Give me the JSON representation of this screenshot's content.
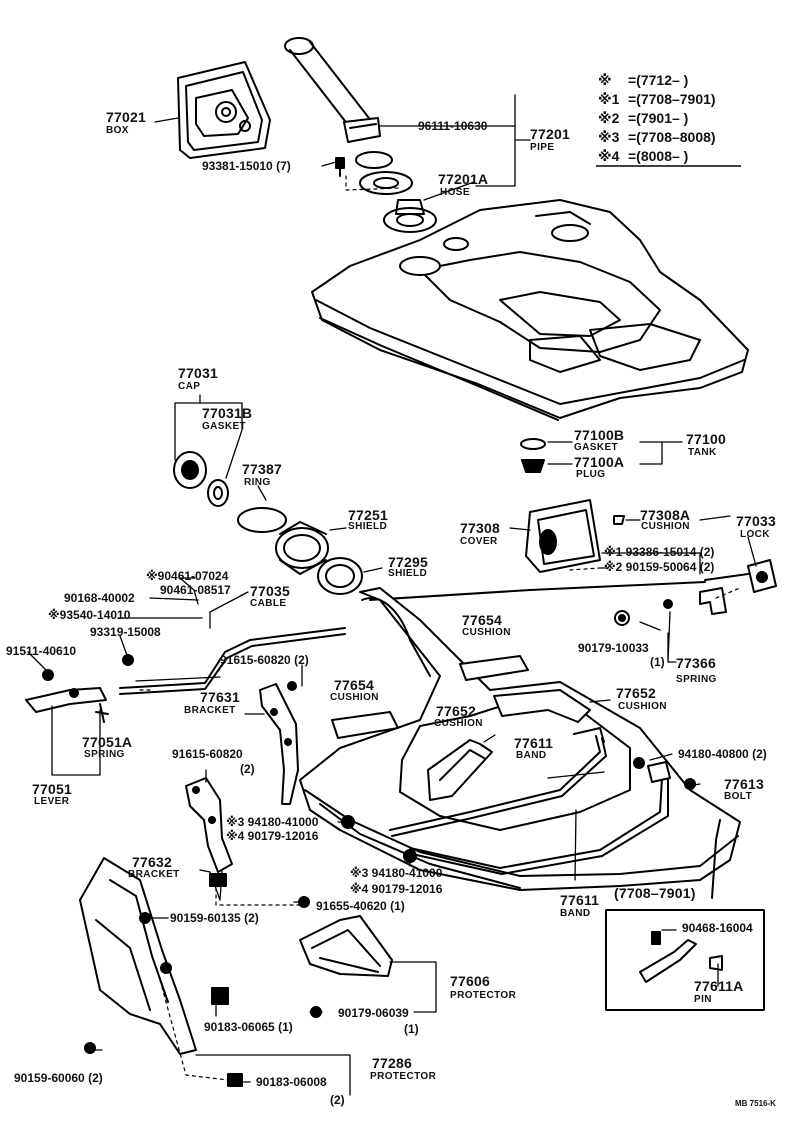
{
  "legend": [
    {
      "mark": "※",
      "range": "=(7712–      )"
    },
    {
      "mark": "※1",
      "range": "=(7708–7901)"
    },
    {
      "mark": "※2",
      "range": "=(7901–      )"
    },
    {
      "mark": "※3",
      "range": "=(7708–8008)"
    },
    {
      "mark": "※4",
      "range": "=(8008–      )"
    }
  ],
  "figure_code": "MB 7516-K",
  "parts": {
    "box": {
      "number": "77021",
      "name": "BOX"
    },
    "screw_box": {
      "number": "93381-15010 (7)"
    },
    "pipe_clamp": {
      "number": "96111-10630"
    },
    "pipe": {
      "number": "77201",
      "name": "PIPE"
    },
    "hose": {
      "number": "77201A",
      "name": "HOSE"
    },
    "cap": {
      "number": "77031",
      "name": "CAP"
    },
    "cap_gasket": {
      "number": "77031B",
      "name": "GASKET"
    },
    "ring": {
      "number": "77387",
      "name": "RING"
    },
    "tank_gasket": {
      "number": "77100B",
      "name": "GASKET"
    },
    "tank": {
      "number": "77100",
      "name": "TANK"
    },
    "plug": {
      "number": "77100A",
      "name": "PLUG"
    },
    "shield_a": {
      "number": "77251",
      "name": "SHIELD"
    },
    "shield_b": {
      "number": "77295",
      "name": "SHIELD"
    },
    "cover": {
      "number": "77308",
      "name": "COVER"
    },
    "cover_cushion": {
      "number": "77308A",
      "name": "CUSHION"
    },
    "lock": {
      "number": "77033",
      "name": "LOCK"
    },
    "screw_cover_1": {
      "number": "※1 93386-15014 (2)"
    },
    "screw_cover_2": {
      "number": "※2 90159-50064 (2)"
    },
    "bolt_90461_07024": {
      "number": "※90461-07024"
    },
    "bolt_90461_08517": {
      "number": "90461-08517"
    },
    "cable": {
      "number": "77035",
      "name": "CABLE"
    },
    "clip_90168": {
      "number": "90168-40002"
    },
    "clip_93540": {
      "number": "※93540-14010"
    },
    "screw_93319": {
      "number": "93319-15008"
    },
    "screw_91511": {
      "number": "91511-40610"
    },
    "bolt_91615_a": {
      "number": "91615-60820 (2)"
    },
    "cushion_a": {
      "number": "77654",
      "name": "CUSHION"
    },
    "cushion_b": {
      "number": "77654",
      "name": "CUSHION"
    },
    "nut_90179_10033": {
      "number": "90179-10033",
      "qty": "(1)"
    },
    "spring_77366": {
      "number": "77366",
      "name": "SPRING"
    },
    "bracket_77631": {
      "number": "77631",
      "name": "BRACKET"
    },
    "cushion_c": {
      "number": "77652",
      "name": "CUSHION"
    },
    "cushion_d": {
      "number": "77652",
      "name": "CUSHION"
    },
    "spring_77051A": {
      "number": "77051A",
      "name": "SPRING"
    },
    "lever": {
      "number": "77051",
      "name": "LEVER"
    },
    "band_a": {
      "number": "77611",
      "name": "BAND"
    },
    "band_b": {
      "number": "77611",
      "name": "BAND"
    },
    "bolt_94180_40800": {
      "number": "94180-40800 (2)"
    },
    "bolt_77613": {
      "number": "77613",
      "name": "BOLT"
    },
    "bolt_91615_b": {
      "number": "91615-60820",
      "qty": "(2)"
    },
    "nut_a_3": {
      "number": "※3 94180-41000"
    },
    "nut_a_4": {
      "number": "※4 90179-12016"
    },
    "nut_b_3": {
      "number": "※3 94180-41000"
    },
    "nut_b_4": {
      "number": "※4 90179-12016"
    },
    "bracket_77632": {
      "number": "77632",
      "name": "BRACKET"
    },
    "bolt_91655": {
      "number": "91655-40620 (1)"
    },
    "range_note": {
      "number": "(7708–7901)"
    },
    "clip_90468": {
      "number": "90468-16004"
    },
    "pin": {
      "number": "77611A",
      "name": "PIN"
    },
    "screw_90159_60135": {
      "number": "90159-60135 (2)"
    },
    "protector_a": {
      "number": "77606",
      "name": "PROTECTOR"
    },
    "nut_90183_06065": {
      "number": "90183-06065 (1)"
    },
    "clip_90179_06039": {
      "number": "90179-06039",
      "qty": "(1)"
    },
    "screw_90159_60060": {
      "number": "90159-60060 (2)"
    },
    "protector_b": {
      "number": "77286",
      "name": "PROTECTOR"
    },
    "nut_90183_06008": {
      "number": "90183-06008",
      "qty": "(2)"
    }
  }
}
